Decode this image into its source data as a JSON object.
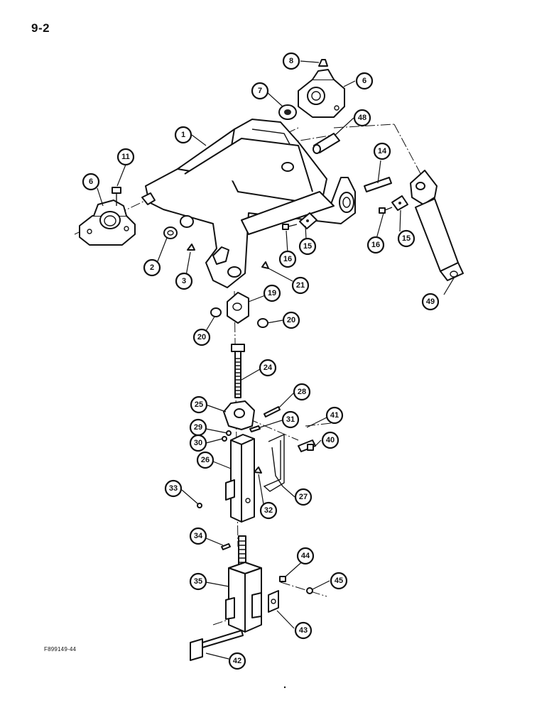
{
  "page_number": "9-2",
  "figure_code": "F899149-44",
  "callouts": [
    "1",
    "2",
    "3",
    "6",
    "6",
    "7",
    "8",
    "11",
    "14",
    "15",
    "15",
    "16",
    "16",
    "19",
    "20",
    "20",
    "21",
    "24",
    "25",
    "26",
    "27",
    "28",
    "29",
    "30",
    "31",
    "32",
    "33",
    "34",
    "35",
    "40",
    "41",
    "42",
    "43",
    "44",
    "45",
    "48",
    "49"
  ]
}
